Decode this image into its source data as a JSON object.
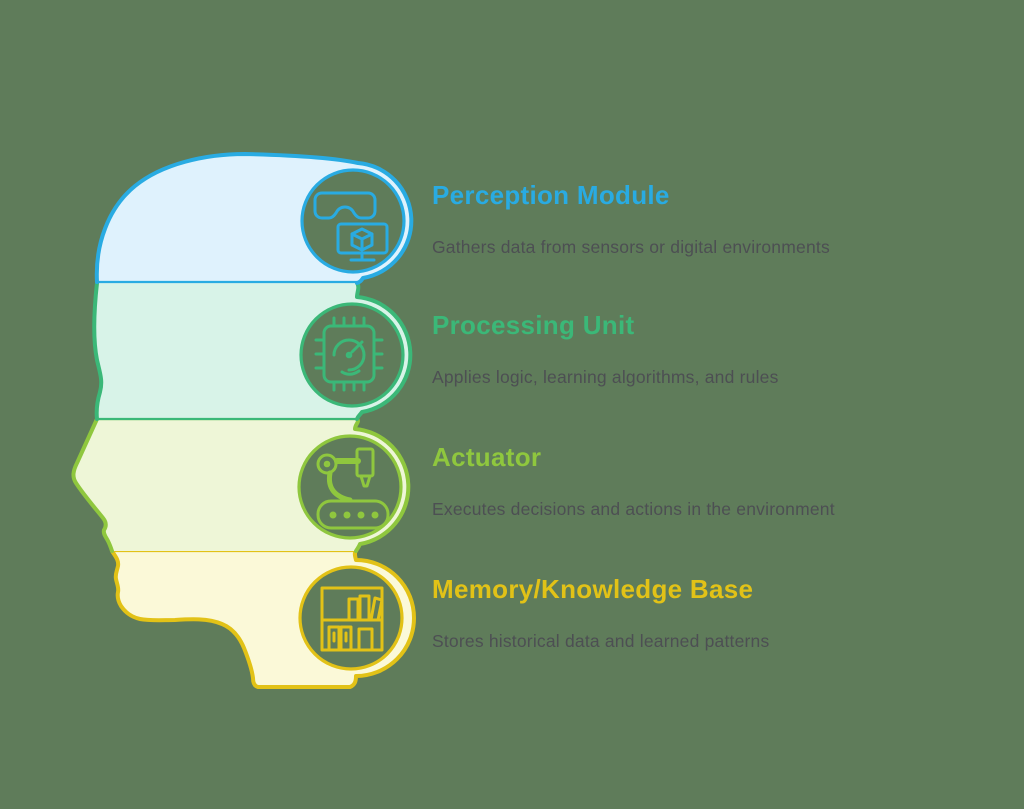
{
  "background_color": "#5F7C5A",
  "diagram": {
    "type": "head-profile-infographic",
    "description_color": "#4D4F53",
    "rows": [
      {
        "title": "Perception Module",
        "description": "Gathers data from sensors or digital environments",
        "color": "#29ABE2",
        "fill_color": "#DFF2FD",
        "icon": "vr-headset-monitor-icon"
      },
      {
        "title": "Processing Unit",
        "description": "Applies logic, learning algorithms, and rules",
        "color": "#3BB878",
        "fill_color": "#D8F3E8",
        "icon": "cpu-chip-icon"
      },
      {
        "title": "Actuator",
        "description": "Executes decisions and actions in the environment",
        "color": "#8FC73E",
        "fill_color": "#EEF6D7",
        "icon": "robotic-arm-icon"
      },
      {
        "title": "Memory/Knowledge Base",
        "description": "Stores historical data and learned patterns",
        "color": "#E2C217",
        "fill_color": "#FBF9D8",
        "icon": "bookshelf-icon"
      }
    ]
  }
}
